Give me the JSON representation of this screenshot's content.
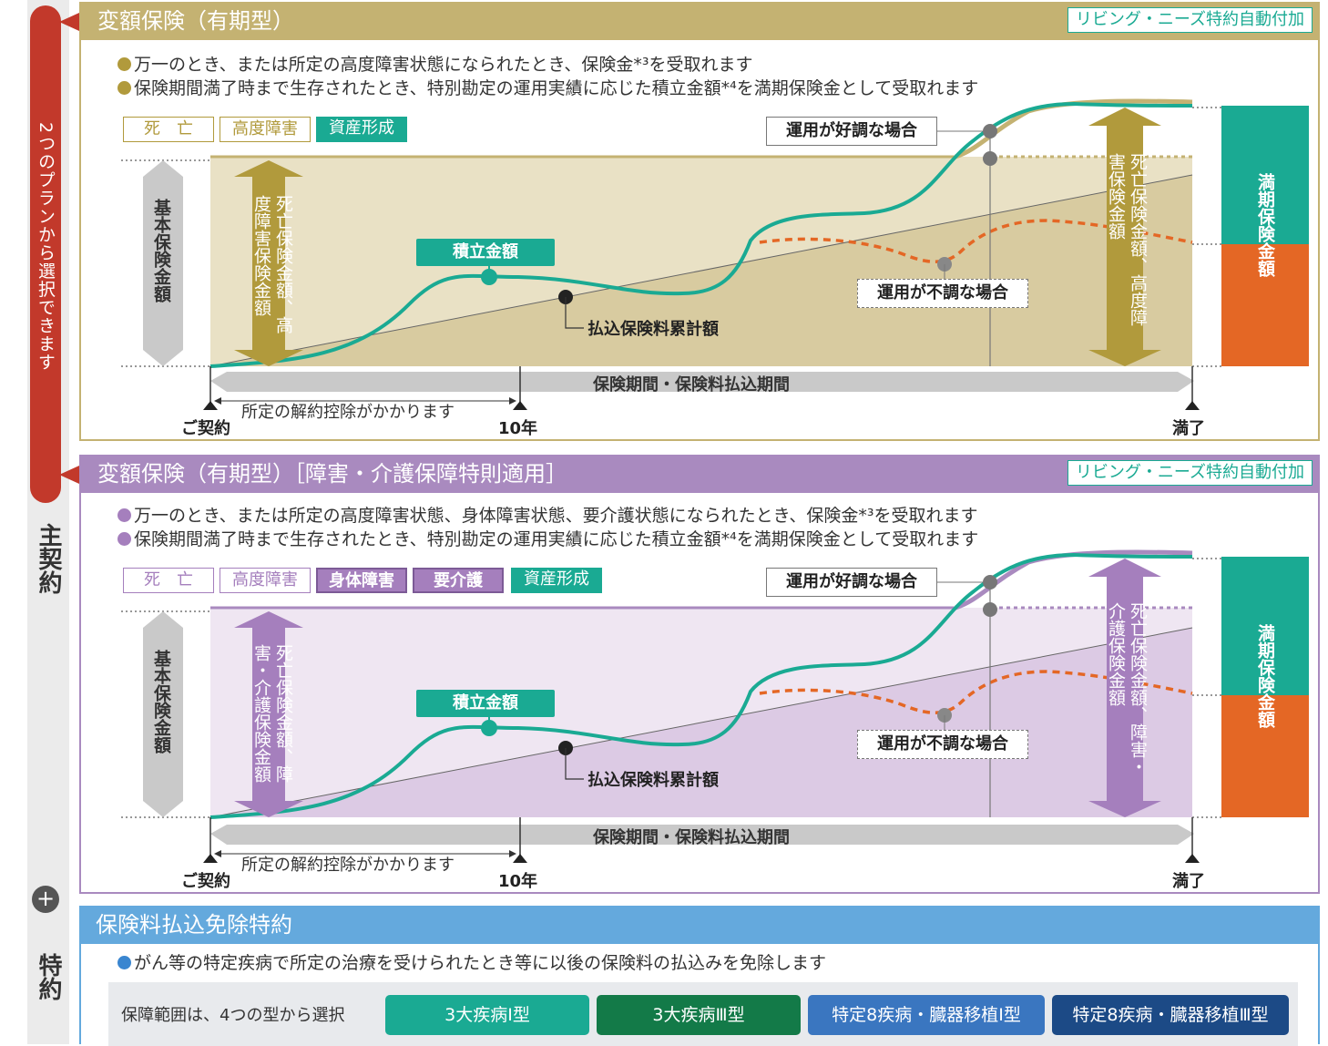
{
  "side": {
    "choose_label": "2つのプランから選択できます",
    "main_contract_label": "主契約",
    "rider_label": "特約",
    "plus_symbol": "+"
  },
  "panel1": {
    "title": "変額保険（有期型）",
    "auto_rider": "リビング・ニーズ特約自動付加",
    "desc1": "万一のとき、または所定の高度障害状態になられたとき、保険金*³を受取れます",
    "desc2": "保険期間満了時まで生存されたとき、特別勘定の運用実績に応じた積立金額*⁴を満期保険金として受取れます",
    "tags": [
      "死　亡",
      "高度障害",
      "資産形成"
    ],
    "basic_amount": "基本保険金額",
    "death_left": "死亡保険金額、高度障害保険金額",
    "death_right": "死亡保険金額、高度障害保険金額",
    "colors": {
      "header": "#c4b272",
      "fill": "#e9e1c5",
      "arrow": "#b19a3c",
      "tag_border": "#b19a3c"
    }
  },
  "panel2": {
    "title": "変額保険（有期型）［障害・介護保障特則適用］",
    "auto_rider": "リビング・ニーズ特約自動付加",
    "desc1": "万一のとき、または所定の高度障害状態、身体障害状態、要介護状態になられたとき、保険金*³を受取れます",
    "desc2": "保険期間満了時まで生存されたとき、特別勘定の運用実績に応じた積立金額*⁴を満期保険金として受取れます",
    "tags": [
      "死　亡",
      "高度障害",
      "身体障害",
      "要介護",
      "資産形成"
    ],
    "basic_amount": "基本保険金額",
    "death_left": "死亡保険金額、障害・介護保険金額",
    "death_right": "死亡保険金額、障害・介護保険金額",
    "colors": {
      "header": "#a98abf",
      "fill": "#e3d6e9",
      "arrow": "#a57fbd",
      "tag_border": "#a57fbd"
    }
  },
  "diagram": {
    "accumulated": "積立金額",
    "premium_total": "払込保険料累計額",
    "good_case": "運用が好調な場合",
    "bad_case": "運用が不調な場合",
    "period": "保険期間・保険料払込期間",
    "surrender": "所定の解約控除がかかります",
    "start": "ご契約",
    "year10": "10年",
    "end": "満了",
    "maturity": "満期保険金額",
    "colors": {
      "teal": "#1aaa93",
      "orange": "#e46725",
      "gray": "#c9c9c9"
    }
  },
  "rider": {
    "title": "保険料払込免除特約",
    "desc": "がん等の特定疾病で所定の治療を受けられたとき等に以後の保険料の払込みを免除します",
    "scope_label": "保障範囲は、4つの型から選択",
    "types": [
      {
        "label": "3大疾病Ⅰ型",
        "color": "#1aaa93"
      },
      {
        "label": "3大疾病Ⅲ型",
        "color": "#137a48"
      },
      {
        "label": "特定8疾病・臓器移植Ⅰ型",
        "color": "#3a76c0"
      },
      {
        "label": "特定8疾病・臓器移植Ⅲ型",
        "color": "#1c4a86"
      }
    ],
    "bullet_color": "#3a86d0"
  }
}
